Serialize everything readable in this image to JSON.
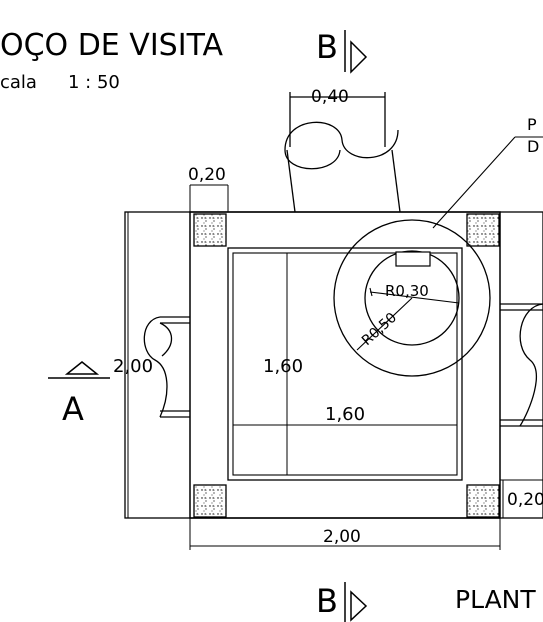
{
  "title": "OÇO DE VISITA",
  "scale_prefix": "cala",
  "scale_value": "1 : 50",
  "section_marks": {
    "top": "B",
    "bottom": "B",
    "left": "A"
  },
  "dimensions": {
    "pipe_top_width": "0,40",
    "wall_top": "0,20",
    "left_height": "2,00",
    "inner_height": "1,60",
    "inner_width": "1,60",
    "radius_inner": "R0,30",
    "radius_outer": "R0,50",
    "wall_right": "0,20",
    "bottom_width": "2,00"
  },
  "detail_label": {
    "line1": "P",
    "line2": "D"
  },
  "plan_label": "PLANT"
}
